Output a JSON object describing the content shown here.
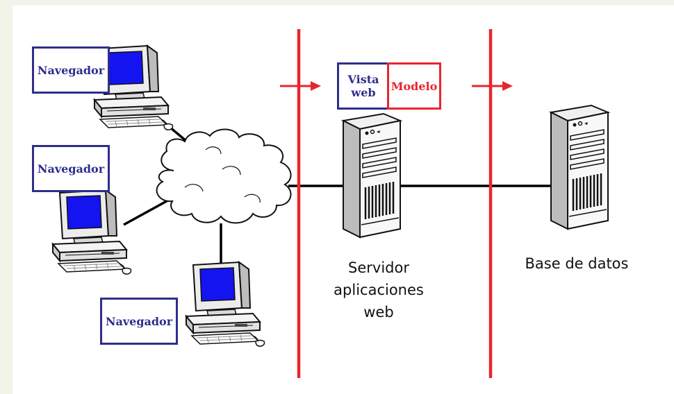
{
  "clients": [
    {
      "label": "Navegador"
    },
    {
      "label": "Navegador"
    },
    {
      "label": "Navegador"
    }
  ],
  "app_layer": {
    "view_line1": "Vista",
    "view_line2": "web",
    "model": "Modelo"
  },
  "server_label": [
    "Servidor",
    "aplicaciones",
    "web"
  ],
  "database_label": "Base de datos",
  "colors": {
    "tier_line": "#e8252f",
    "box_border": "#2e2e8c",
    "monitor_screen": "#1414f0",
    "link": "#000000"
  }
}
